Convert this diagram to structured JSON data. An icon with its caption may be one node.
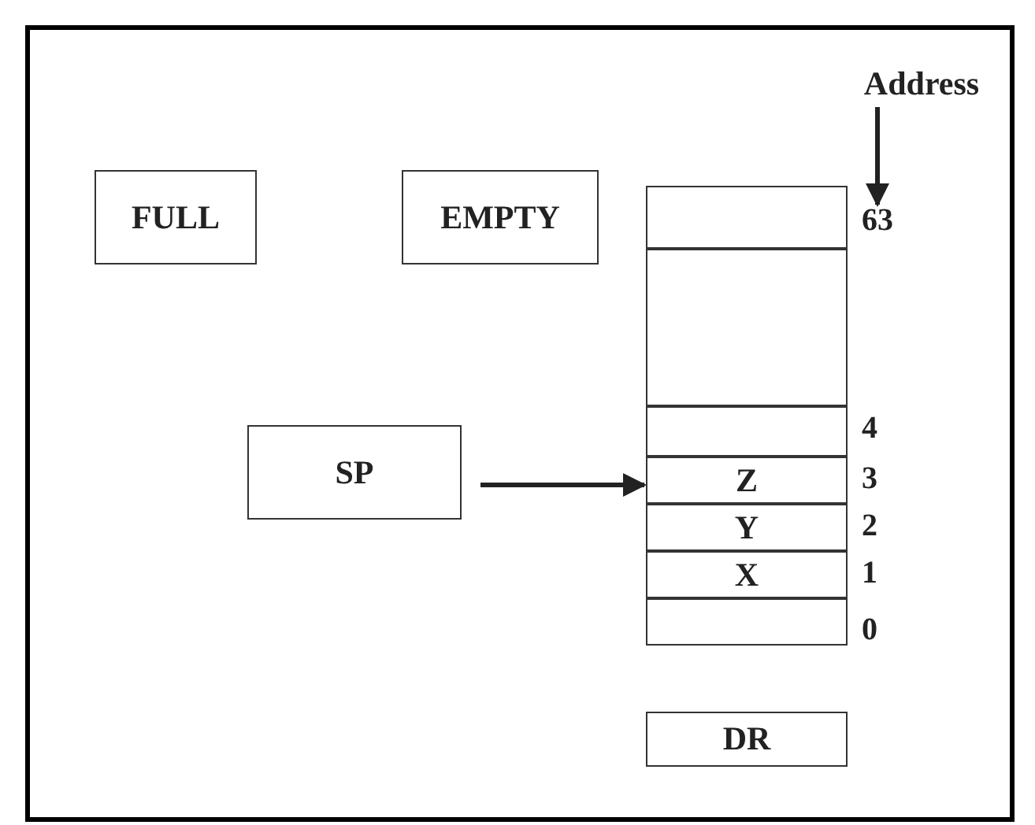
{
  "diagram": {
    "nodes": [
      {
        "text": [
          "Address"
        ]
      },
      {
        "text": [
          "FULL"
        ]
      },
      {
        "text": [
          "EMPTY"
        ]
      },
      {
        "text": [],
        "shape": "box",
        "beside": [
          "63"
        ]
      },
      {
        "text": [],
        "shape": "box"
      },
      {
        "text": [],
        "shape": "box",
        "beside": [
          "4"
        ]
      },
      {
        "text": [
          "SP"
        ]
      },
      {
        "text": [
          "Z"
        ],
        "beside": [
          "3"
        ]
      },
      {
        "text": [
          "Y"
        ],
        "beside": [
          "2"
        ]
      },
      {
        "text": [
          "X"
        ],
        "beside": [
          "1"
        ]
      },
      {
        "text": [],
        "shape": "box",
        "beside": [
          "0"
        ]
      },
      {
        "text": [
          "DR"
        ]
      }
    ],
    "edges": [
      {
        "from": 0,
        "to": 3,
        "arrow": "to"
      },
      {
        "from": 6,
        "to": 7,
        "arrow": "to"
      }
    ]
  }
}
